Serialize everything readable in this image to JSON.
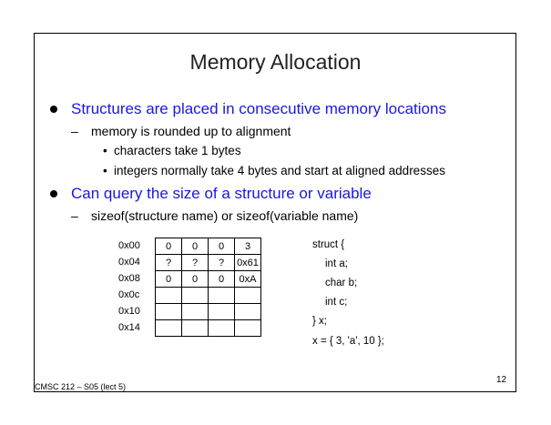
{
  "slide": {
    "title": "Memory Allocation",
    "bullets": [
      {
        "text": "Structures are placed in consecutive memory locations",
        "sub": {
          "text": "memory is rounded up to alignment",
          "items": [
            "characters take 1 bytes",
            "integers normally take 4 bytes and start at aligned addresses"
          ]
        }
      },
      {
        "text": "Can query the size of a structure or variable",
        "sub": {
          "text": "sizeof(structure name) or sizeof(variable name)"
        }
      }
    ],
    "memory": {
      "addresses": [
        "0x00",
        "0x04",
        "0x08",
        "0x0c",
        "0x10",
        "0x14"
      ],
      "rows": [
        [
          "0",
          "0",
          "0",
          "3"
        ],
        [
          "?",
          "?",
          "?",
          "0x61"
        ],
        [
          "0",
          "0",
          "0",
          "0xA"
        ],
        [
          "",
          "",
          "",
          ""
        ],
        [
          "",
          "",
          "",
          ""
        ],
        [
          "",
          "",
          "",
          ""
        ]
      ]
    },
    "code": [
      "struct {",
      "int a;",
      "char b;",
      "int c;",
      "} x;",
      "x = { 3, 'a', 10 };"
    ],
    "footer_left": "CMSC 212 – S05 (lect 5)",
    "page_number": "12"
  }
}
